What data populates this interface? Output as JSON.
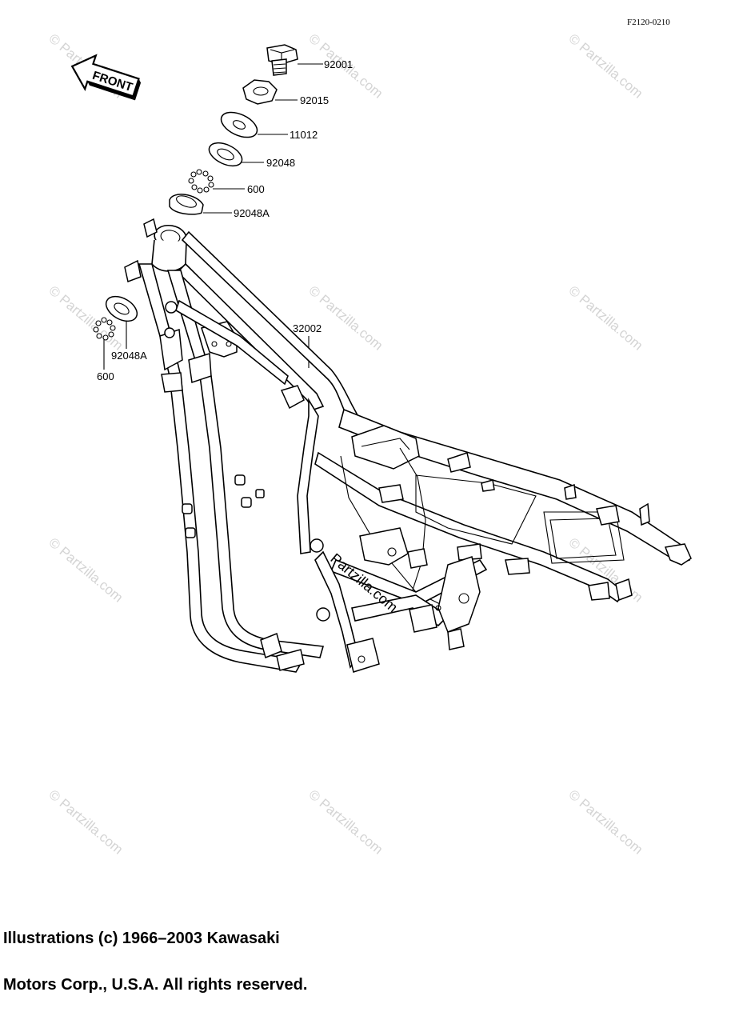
{
  "reference_code": "F2120-0210",
  "front_arrow_label": "FRONT",
  "parts": {
    "p92001": "92001",
    "p92015": "92015",
    "p11012": "11012",
    "p92048": "92048",
    "p600_top": "600",
    "p92048A_top": "92048A",
    "p32002": "32002",
    "p92048A_lower": "92048A",
    "p600_lower": "600"
  },
  "watermark_text": "© Partzilla.com",
  "overlay_text": "Partzilla.com",
  "copyright": {
    "line1": "Illustrations (c) 1966–2003 Kawasaki",
    "line2": "Motors Corp., U.S.A.  All rights reserved."
  }
}
